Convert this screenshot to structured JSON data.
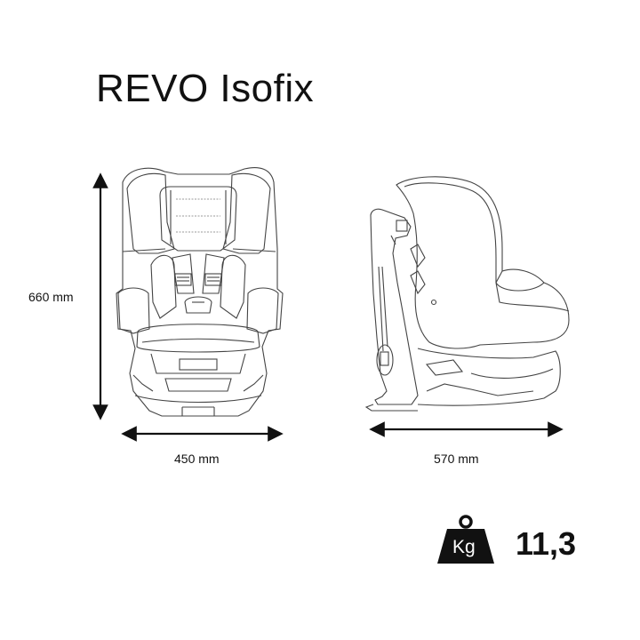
{
  "product": {
    "title": "REVO Isofix"
  },
  "dimensions": {
    "height": {
      "label": "660 mm",
      "value": 660,
      "unit": "mm"
    },
    "width": {
      "label": "450 mm",
      "value": 450,
      "unit": "mm"
    },
    "depth": {
      "label": "570 mm",
      "value": 570,
      "unit": "mm"
    }
  },
  "weight": {
    "icon": "weight-kg-icon",
    "icon_label": "Kg",
    "value": "11,3"
  },
  "colors": {
    "ink": "#111111",
    "line": "#555555",
    "background": "#ffffff"
  }
}
